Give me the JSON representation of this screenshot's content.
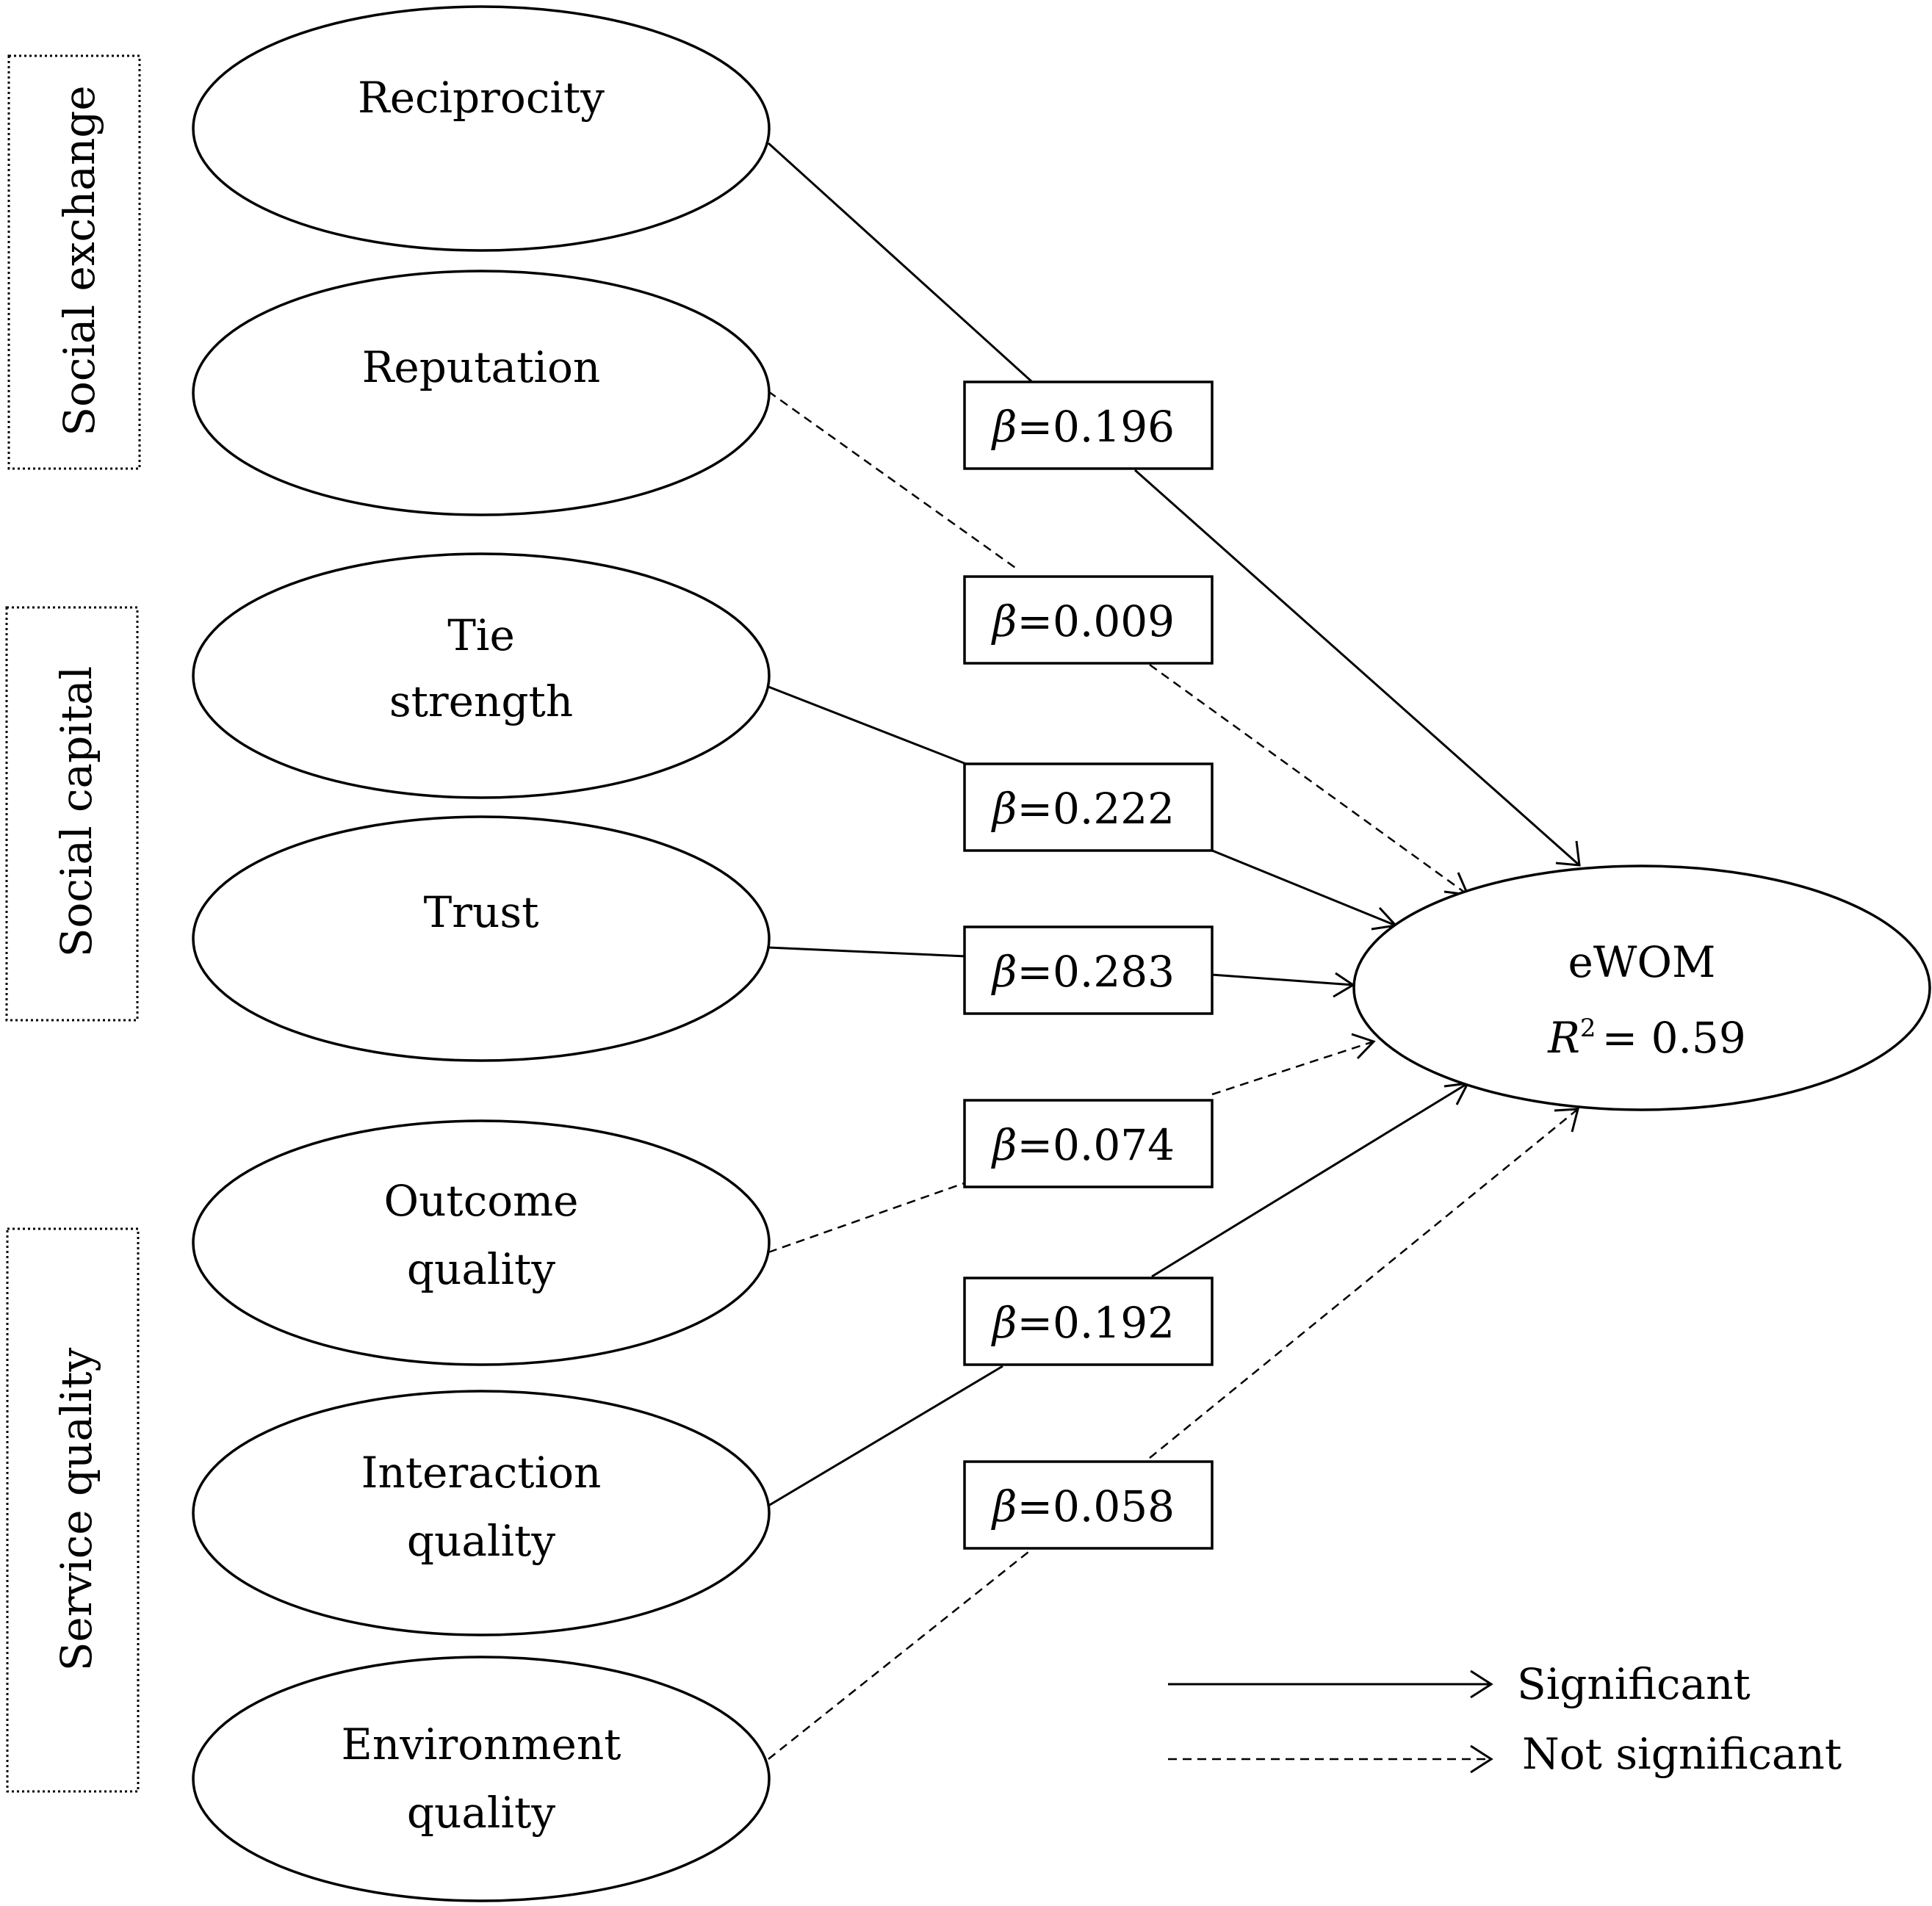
{
  "groups": {
    "social_exchange": "Social exchange",
    "social_capital": "Social capital",
    "service_quality": "Service quality"
  },
  "constructs": {
    "reciprocity": [
      "Reciprocity"
    ],
    "reputation": [
      "Reputation"
    ],
    "tie_strength": [
      "Tie",
      "strength"
    ],
    "trust": [
      "Trust"
    ],
    "outcome_quality": [
      "Outcome",
      "quality"
    ],
    "interaction_quality": [
      "Interaction",
      "quality"
    ],
    "environment_quality": [
      "Environment",
      "quality"
    ]
  },
  "outcome": {
    "name": "eWOM",
    "r2_symbol": "R",
    "r2_superscript": "2",
    "r2_value": "= 0.59"
  },
  "paths": {
    "reciprocity": {
      "beta": "β",
      "value": "=0.196",
      "significant": true
    },
    "reputation": {
      "beta": "β",
      "value": "=0.009",
      "significant": false
    },
    "tie_strength": {
      "beta": "β",
      "value": "=0.222",
      "significant": true
    },
    "trust": {
      "beta": "β",
      "value": "=0.283",
      "significant": true
    },
    "outcome_quality": {
      "beta": "β",
      "value": "=0.074",
      "significant": false
    },
    "interaction_quality": {
      "beta": "β",
      "value": "=0.192",
      "significant": true
    },
    "environment_quality": {
      "beta": "β",
      "value": "=0.058",
      "significant": false
    }
  },
  "legend": {
    "significant": "Significant",
    "not_significant": "Not significant"
  }
}
